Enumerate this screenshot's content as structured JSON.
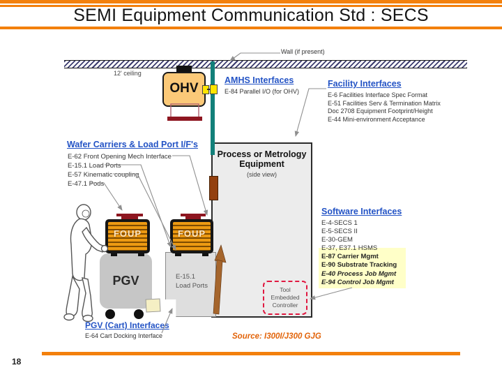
{
  "slide": {
    "title": "SEMI Equipment Communication Std : SECS",
    "page_number": "18",
    "source": "Source: I300I/J300 GJG"
  },
  "colors": {
    "accent_orange": "#F3800C",
    "heading_blue": "#2353C5",
    "wall_teal": "#12807A",
    "foup_orange": "#ED9A12",
    "maroon": "#8E1620",
    "highlight_yellow": "#FFFFC8",
    "controller_red": "#E01840",
    "source_orange": "#E2640A"
  },
  "diagram": {
    "wall_label": "Wall (if present)",
    "ceiling_label": "12' ceiling",
    "ohv_label": "OHV",
    "foup_label": "FOUP",
    "pgv_label": "PGV",
    "equipment": {
      "title_line1": "Process or Metrology",
      "title_line2": "Equipment",
      "subtitle": "(side view)"
    },
    "load_ports": {
      "lines": [
        "E-15.1",
        "Load Ports"
      ]
    },
    "controller": {
      "lines": [
        "Tool",
        "Embedded",
        "Controller"
      ]
    },
    "amhs": {
      "heading": "AMHS Interfaces",
      "items": [
        "E-84 Parallel I/O (for OHV)"
      ]
    },
    "facility": {
      "heading": "Facility Interfaces",
      "items": [
        "E-6 Facilities Interface Spec Format",
        "E-51 Facilities Serv & Termination Matrix",
        "Doc 2708 Equipment Footprint/Height",
        "E-44 Mini-environment Acceptance"
      ]
    },
    "wafer": {
      "heading": "Wafer Carriers & Load Port I/F's",
      "items": [
        "E-62 Front Opening Mech Interface",
        "E-15.1 Load Ports",
        "E-57 Kinematic coupling",
        "E-47.1 Pods"
      ]
    },
    "software": {
      "heading": "Software Interfaces",
      "items": [
        "E-4-SECS 1",
        "E-5-SECS II",
        "E-30-GEM",
        "E-37, E37.1 HSMS",
        "E-87 Carrier Mgmt",
        "E-90 Substrate Tracking",
        "E-40 Process Job Mgmt",
        "E-94 Control Job Mgmt"
      ]
    },
    "pgv_cart": {
      "heading": "PGV (Cart) Interfaces",
      "items": [
        "E-64 Cart Docking Interface"
      ]
    }
  }
}
